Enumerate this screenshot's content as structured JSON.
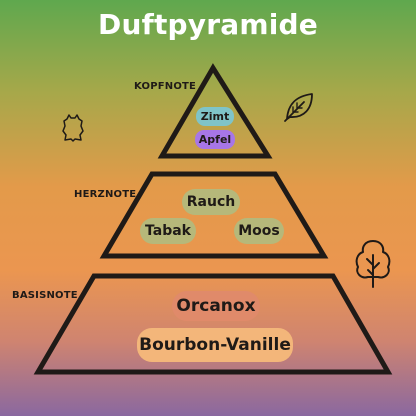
{
  "title": "Duftpyramide",
  "levels": {
    "top": {
      "label": "KOPFNOTE",
      "notes": [
        {
          "text": "Zimt",
          "color": "#7fc4c8"
        },
        {
          "text": "Apfel",
          "color": "#a776e6"
        }
      ]
    },
    "middle": {
      "label": "HERZNOTE",
      "notes": [
        {
          "text": "Rauch",
          "color": "#b6b87a"
        },
        {
          "text": "Tabak",
          "color": "#b6b87a"
        },
        {
          "text": "Moos",
          "color": "#b6b87a"
        }
      ]
    },
    "base": {
      "label": "BASISNOTE",
      "notes": [
        {
          "text": "Orcanox",
          "color": "#e08a6a"
        },
        {
          "text": "Bourbon-Vanille",
          "color": "#f3b67a"
        }
      ]
    }
  },
  "icons": [
    "leather-icon",
    "leaf-icon",
    "tree-icon"
  ],
  "colors": {
    "outline": "#1f1a17",
    "title": "#ffffff"
  }
}
